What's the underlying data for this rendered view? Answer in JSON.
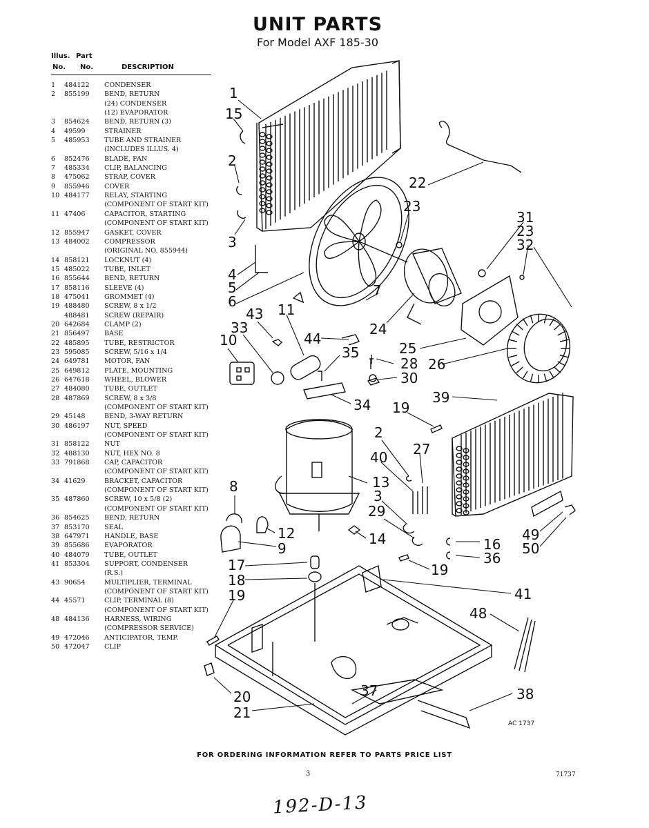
{
  "header": {
    "title": "UNIT PARTS",
    "subtitle": "For Model AXF 185-30"
  },
  "table": {
    "col_illus_line1": "Illus.",
    "col_illus_line2": "No.",
    "col_part_line1": "Part",
    "col_part_line2": "No.",
    "col_description": "DESCRIPTION",
    "rows": [
      [
        "1",
        "484122",
        "CONDENSER"
      ],
      [
        "2",
        "855199",
        "BEND, RETURN"
      ],
      [
        "",
        "",
        "(24) CONDENSER"
      ],
      [
        "",
        "",
        "(12) EVAPORATOR"
      ],
      [
        "3",
        "854624",
        "BEND, RETURN (3)"
      ],
      [
        "4",
        "49599",
        "STRAINER"
      ],
      [
        "5",
        "485953",
        "TUBE AND STRAINER"
      ],
      [
        "",
        "",
        "(INCLUDES ILLUS. 4)"
      ],
      [
        "6",
        "852476",
        "BLADE, FAN"
      ],
      [
        "7",
        "485334",
        "CLIP, BALANCING"
      ],
      [
        "8",
        "475062",
        "STRAP, COVER"
      ],
      [
        "9",
        "855946",
        "COVER"
      ],
      [
        "10",
        "484177",
        "RELAY, STARTING"
      ],
      [
        "",
        "",
        "(COMPONENT OF START KIT)"
      ],
      [
        "11",
        "47406",
        "CAPACITOR, STARTING"
      ],
      [
        "",
        "",
        "(COMPONENT OF START KIT)"
      ],
      [
        "12",
        "855947",
        "GASKET, COVER"
      ],
      [
        "13",
        "484002",
        "COMPRESSOR"
      ],
      [
        "",
        "",
        "(ORIGINAL NO. 855944)"
      ],
      [
        "14",
        "858121",
        "LOCKNUT (4)"
      ],
      [
        "15",
        "485022",
        "TUBE, INLET"
      ],
      [
        "16",
        "855644",
        "BEND, RETURN"
      ],
      [
        "17",
        "858116",
        "SLEEVE (4)"
      ],
      [
        "18",
        "475041",
        "GROMMET (4)"
      ],
      [
        "19",
        "488480",
        "SCREW, 8 x 1/2"
      ],
      [
        "",
        "488481",
        "SCREW (REPAIR)"
      ],
      [
        "20",
        "642684",
        "CLAMP (2)"
      ],
      [
        "21",
        "856497",
        "BASE"
      ],
      [
        "22",
        "485895",
        "TUBE, RESTRICTOR"
      ],
      [
        "23",
        "595085",
        "SCREW, 5/16 x 1/4"
      ],
      [
        "24",
        "649781",
        "MOTOR, FAN"
      ],
      [
        "25",
        "649812",
        "PLATE, MOUNTING"
      ],
      [
        "26",
        "647618",
        "WHEEL, BLOWER"
      ],
      [
        "27",
        "484080",
        "TUBE, OUTLET"
      ],
      [
        "28",
        "487869",
        "SCREW, 8 x 3/8"
      ],
      [
        "",
        "",
        "(COMPONENT OF START KIT)"
      ],
      [
        "29",
        "45148",
        "BEND, 3-WAY RETURN"
      ],
      [
        "30",
        "486197",
        "NUT, SPEED"
      ],
      [
        "",
        "",
        "(COMPONENT OF START KIT)"
      ],
      [
        "31",
        "858122",
        "NUT"
      ],
      [
        "32",
        "488130",
        "NUT, HEX NO. 8"
      ],
      [
        "33",
        "791868",
        "CAP, CAPACITOR"
      ],
      [
        "",
        "",
        "(COMPONENT OF START KIT)"
      ],
      [
        "34",
        "41629",
        "BRACKET, CAPACITOR"
      ],
      [
        "",
        "",
        "(COMPONENT OF START KIT)"
      ],
      [
        "35",
        "487860",
        "SCREW, 10 x 5/8 (2)"
      ],
      [
        "",
        "",
        "(COMPONENT OF START KIT)"
      ],
      [
        "36",
        "854625",
        "BEND, RETURN"
      ],
      [
        "37",
        "853170",
        "SEAL"
      ],
      [
        "38",
        "647971",
        "HANDLE, BASE"
      ],
      [
        "39",
        "855686",
        "EVAPORATOR"
      ],
      [
        "40",
        "484079",
        "TUBE, OUTLET"
      ],
      [
        "41",
        "853304",
        "SUPPORT, CONDENSER"
      ],
      [
        "",
        "",
        "(R.S.)"
      ],
      [
        "43",
        "90654",
        "MULTIPLIER, TERMINAL"
      ],
      [
        "",
        "",
        "(COMPONENT OF START KIT)"
      ],
      [
        "44",
        "45571",
        "CLIP, TERMINAL (8)"
      ],
      [
        "",
        "",
        "(COMPONENT OF START KIT)"
      ],
      [
        "48",
        "484136",
        "HARNESS, WIRING"
      ],
      [
        "",
        "",
        "(COMPRESSOR SERVICE)"
      ],
      [
        "49",
        "472046",
        "ANTICIPATOR, TEMP."
      ],
      [
        "50",
        "472047",
        "CLIP"
      ]
    ]
  },
  "diagram": {
    "figure_id": "AC 1737",
    "callouts": [
      "1",
      "15",
      "2",
      "3",
      "4",
      "5",
      "6",
      "22",
      "23",
      "31",
      "23",
      "32",
      "7",
      "24",
      "25",
      "26",
      "43",
      "11",
      "33",
      "10",
      "44",
      "35",
      "28",
      "30",
      "34",
      "39",
      "19",
      "2",
      "27",
      "40",
      "3",
      "29",
      "8",
      "13",
      "12",
      "9",
      "14",
      "16",
      "36",
      "49",
      "50",
      "17",
      "18",
      "19",
      "41",
      "19",
      "48",
      "20",
      "21",
      "37",
      "38"
    ]
  },
  "footer": {
    "ordering_note": "FOR ORDERING INFORMATION REFER TO PARTS PRICE LIST",
    "page_number": "3",
    "doc_number": "71737",
    "handwritten_note": "192-D-13"
  }
}
